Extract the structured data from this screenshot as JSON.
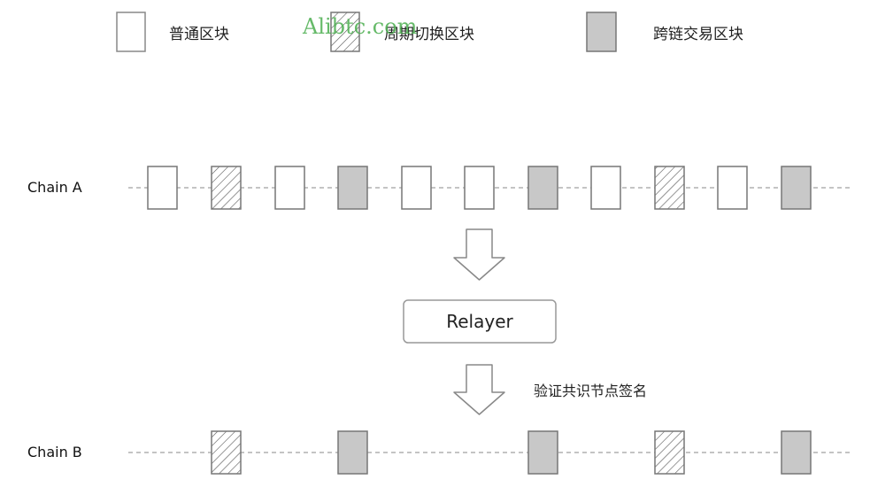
{
  "watermark": "Alibtc.com",
  "legend": [
    {
      "type": "normal",
      "label": "普通区块"
    },
    {
      "type": "hatched",
      "label": "周期切换区块"
    },
    {
      "type": "cross",
      "label": "跨链交易区块"
    }
  ],
  "chains": [
    {
      "label": "Chain A",
      "blocks": [
        "normal",
        "hatched",
        "normal",
        "cross",
        "normal",
        "normal",
        "cross",
        "normal",
        "hatched",
        "normal",
        "cross"
      ]
    },
    {
      "label": "Chain B",
      "blocks": [
        "hatched",
        "cross",
        "cross",
        "hatched",
        "cross"
      ]
    }
  ],
  "relayer": {
    "label": "Relayer"
  },
  "verify_note": "验证共识节点签名",
  "colors": {
    "cross_fill": "#c8c8c8",
    "stroke": "#777777",
    "hatch": "#555555",
    "dash": "#888888"
  }
}
